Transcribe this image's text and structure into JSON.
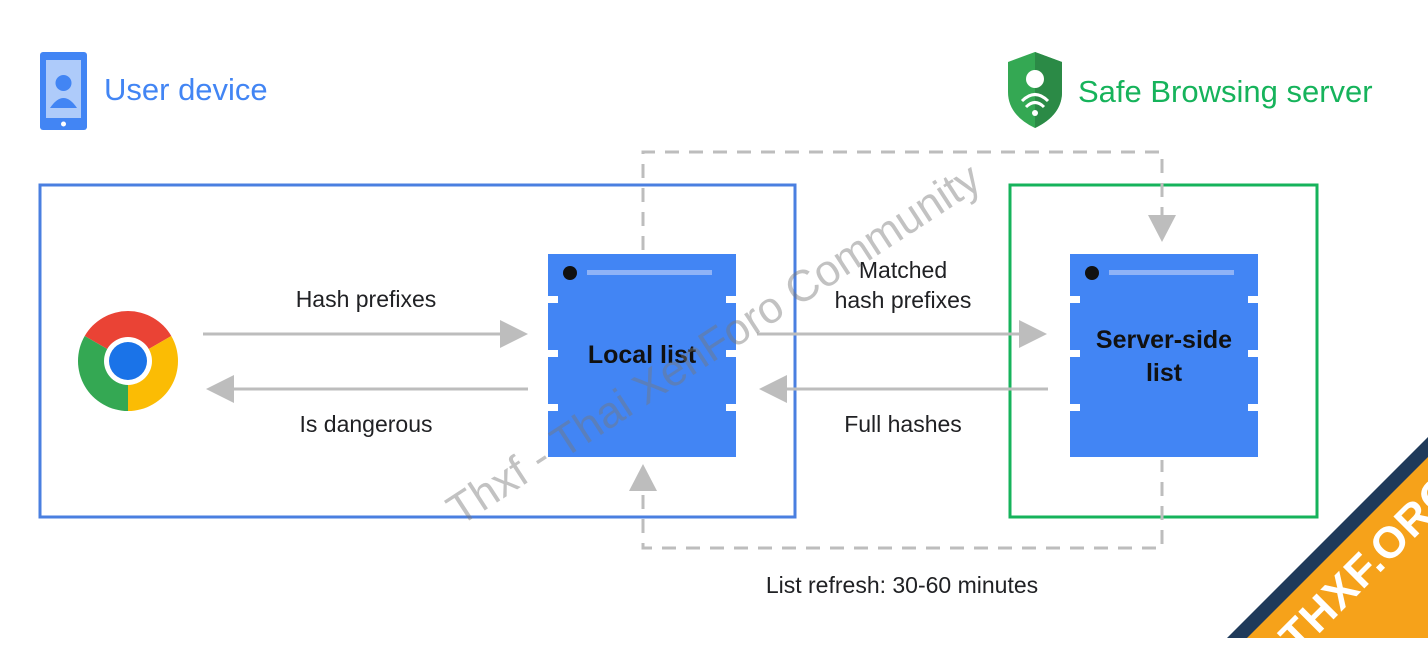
{
  "headers": {
    "user_device": "User device",
    "server": "Safe Browsing server"
  },
  "arrows": {
    "hash_prefixes": "Hash prefixes",
    "is_dangerous": "Is dangerous",
    "matched_line1": "Matched",
    "matched_line2": "hash prefixes",
    "full_hashes": "Full hashes"
  },
  "lists": {
    "local": "Local list",
    "server_line1": "Server-side",
    "server_line2": "list"
  },
  "refresh": "List refresh: 30-60 minutes",
  "watermark": "Thxf - Thai XenForo Community",
  "badge": "THXF.ORG",
  "colors": {
    "blue": "#4285f4",
    "box_blue": "#4a7fe0",
    "green": "#16b35b",
    "gray_arrow": "#bdbdbd",
    "badge_orange": "#f6a21a",
    "badge_dark": "#1f3a5a"
  },
  "icons": {
    "phone": "phone-icon",
    "shield": "shield-icon",
    "chrome": "chrome-icon"
  }
}
